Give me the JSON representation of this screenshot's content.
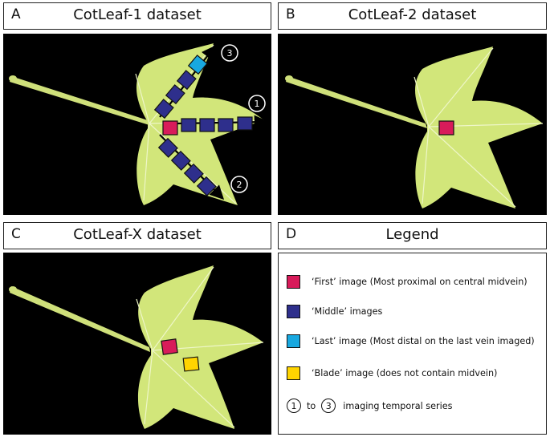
{
  "panels": [
    {
      "letter": "A",
      "title": "CotLeaf-1 dataset"
    },
    {
      "letter": "B",
      "title": "CotLeaf-2 dataset"
    },
    {
      "letter": "C",
      "title": "CotLeaf-X dataset"
    },
    {
      "letter": "D",
      "title": "Legend"
    }
  ],
  "legend": {
    "first": "‘First’ image (Most proximal on central midvein)",
    "middle": "‘Middle’ images",
    "last": "‘Last’ image (Most distal on the last vein imaged)",
    "blade": "‘Blade’ image (does not contain midvein)",
    "series_start": "1",
    "series_to": "to",
    "series_end": "3",
    "series_text": "imaging temporal series"
  },
  "series_labels": [
    "1",
    "2",
    "3"
  ],
  "colors": {
    "first": "#d81b5a",
    "middle": "#2e2f8c",
    "last": "#18a8e0",
    "blade": "#ffd400",
    "leaf": "#d2e67a",
    "background": "#000000"
  }
}
